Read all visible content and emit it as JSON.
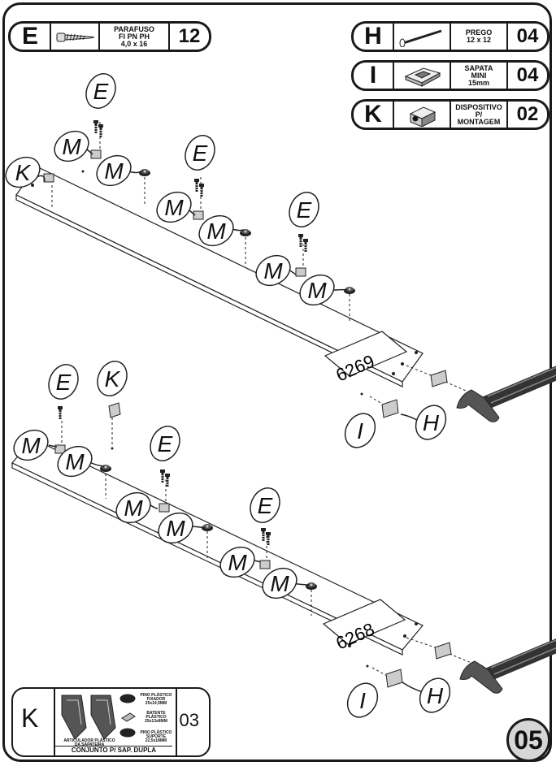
{
  "parts": [
    {
      "letter": "E",
      "desc": "PARAFUSO\nFI PN PH\n4,0 x 16",
      "qty": "12",
      "icon": "screw-icon"
    },
    {
      "letter": "H",
      "desc": "PREGO\n12 x 12",
      "qty": "04",
      "icon": "nail-icon"
    },
    {
      "letter": "I",
      "desc": "SAPATA\nMINI\n15mm",
      "qty": "04",
      "icon": "foot-pad-icon"
    },
    {
      "letter": "K",
      "desc": "DISPOSITIVO\nP/ MONTAGEM",
      "qty": "02",
      "icon": "mounting-device-icon"
    }
  ],
  "callouts": {
    "E": "E",
    "K": "K",
    "M": "M",
    "I": "I",
    "H": "H"
  },
  "panels": [
    {
      "code": "6269"
    },
    {
      "code": "6268"
    }
  ],
  "kit": {
    "letter": "K",
    "qty": "03",
    "title": "CONJUNTO P/ SAP. DUPLA",
    "items": [
      "PINO PLÁSTICO\nFIXADOR\n25x14,5MM",
      "BATENTE\nPLÁSTICO\n25x13x8MM",
      "PINO PLÁSTICO\nSUPORTE\n22,5x18MM",
      "ARTICULADOR PLÁSTICO\nDA SAPATEIRA"
    ]
  },
  "page": "05"
}
